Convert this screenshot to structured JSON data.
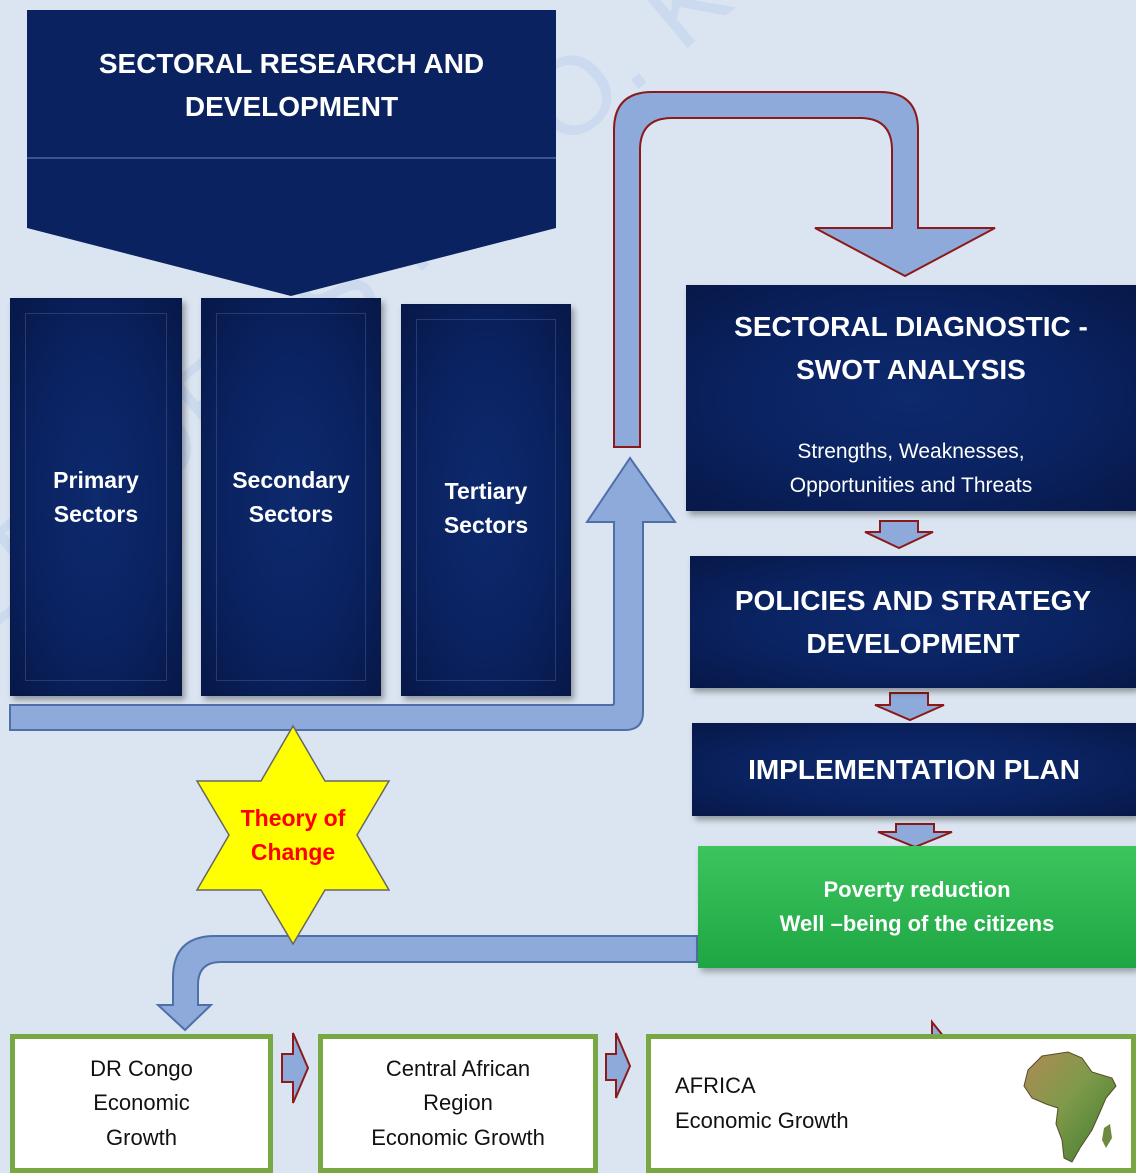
{
  "header": {
    "title": "SECTORAL RESEARCH AND\nDEVELOPMENT"
  },
  "sectors": [
    {
      "label": "Primary\nSectors"
    },
    {
      "label": "Secondary\nSectors"
    },
    {
      "label": "Tertiary\nSectors"
    }
  ],
  "swot": {
    "title": "SECTORAL DIAGNOSTIC -\nSWOT ANALYSIS",
    "subtitle": "Strengths, Weaknesses,\nOpportunities and Threats"
  },
  "policies": {
    "title": "POLICIES AND STRATEGY\nDEVELOPMENT"
  },
  "implementation": {
    "title": "IMPLEMENTATION PLAN"
  },
  "outcome": {
    "text": "Poverty reduction\nWell –being of the citizens"
  },
  "theory": {
    "text": "Theory of\nChange"
  },
  "growth": [
    {
      "text": "DR Congo\nEconomic\nGrowth"
    },
    {
      "text": "Central African\nRegion\nEconomic Growth"
    },
    {
      "text": "AFRICA\nEconomic Growth"
    }
  ],
  "watermark": "LEADERS INCO. KNOWLEDGE CREATES WEALTH",
  "colors": {
    "navy": "#0a2260",
    "arrow_fill": "#8eaadb",
    "arrow_stroke": "#8b1a1a",
    "green": "#22b24c",
    "star": "#ffff00",
    "star_text": "#ff0000",
    "box_border": "#77a844",
    "background": "#dbe5f1"
  },
  "icons": {
    "africa": "africa-map-icon"
  }
}
